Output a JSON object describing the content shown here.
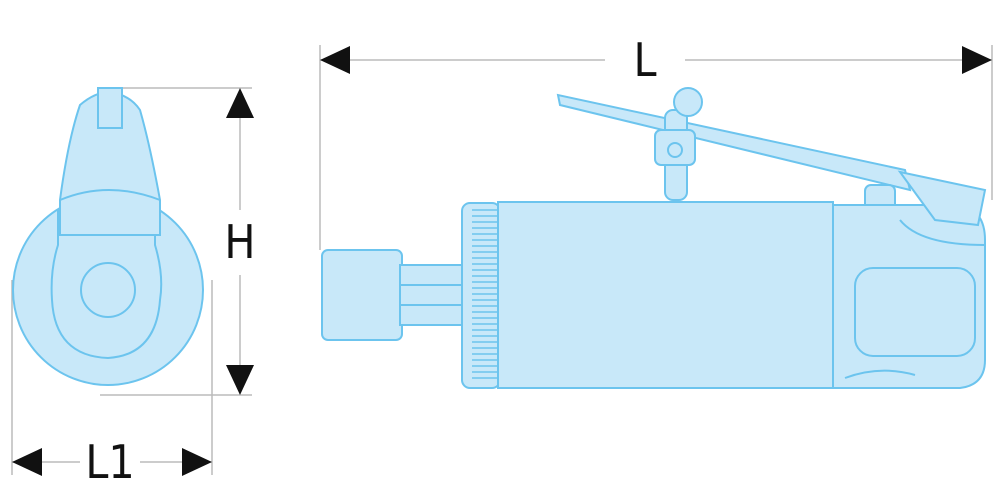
{
  "dimensions": {
    "length_label": "L",
    "height_label": "H",
    "width_label": "L1"
  },
  "colors": {
    "fill": "#c8e8f9",
    "stroke": "#6cc4ee",
    "dimension_line": "#bbbbbb",
    "arrow": "#111111"
  }
}
